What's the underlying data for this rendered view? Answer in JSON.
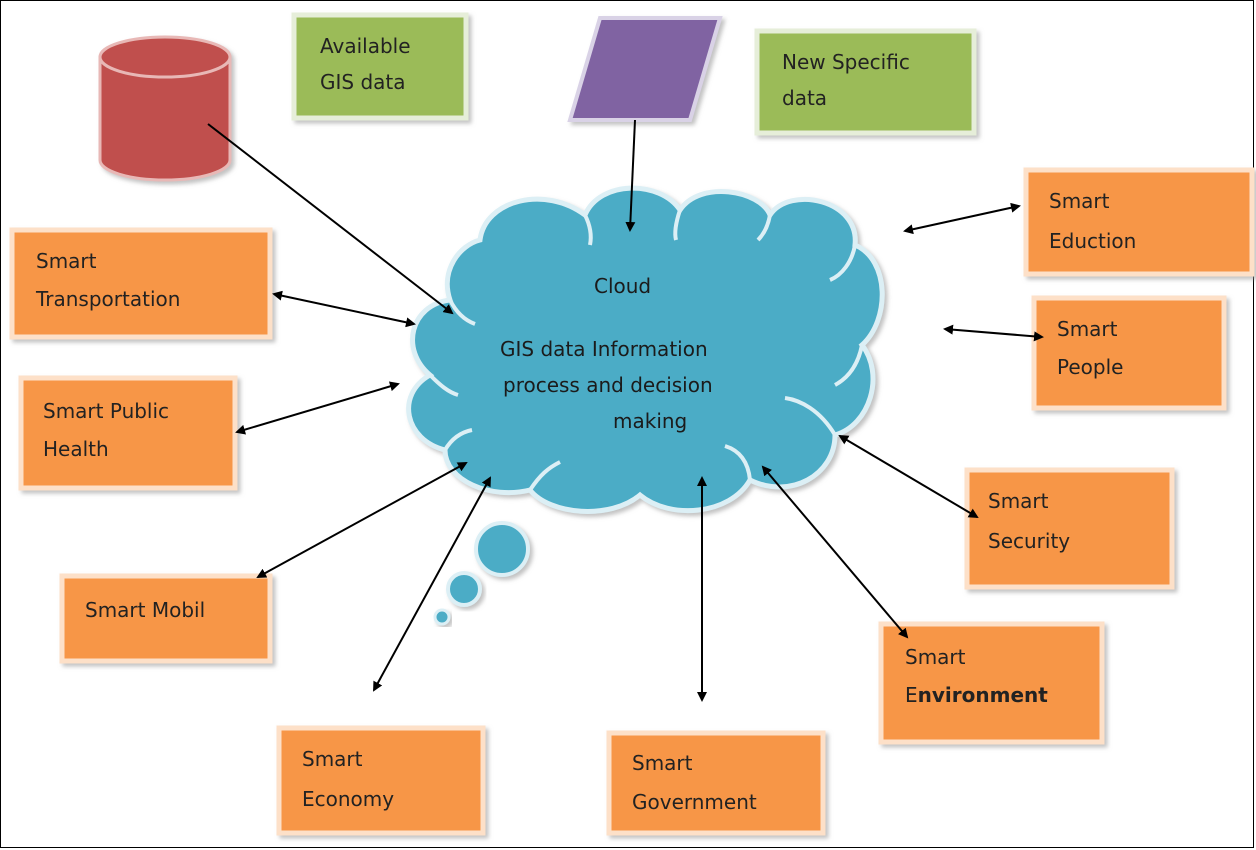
{
  "diagram": {
    "cloud": {
      "title": "Cloud",
      "lines": [
        "GIS data Information",
        "process and decision",
        "making"
      ]
    },
    "sources": {
      "available": [
        "Available",
        "GIS data"
      ],
      "new_specific": [
        "New Specific",
        "data"
      ]
    },
    "nodes": {
      "transportation": [
        "Smart",
        "Transportation"
      ],
      "public_health": [
        "Smart Public",
        "Health"
      ],
      "mobil": [
        "Smart Mobil"
      ],
      "economy": [
        "Smart",
        "Economy"
      ],
      "government": [
        "Smart",
        "Government"
      ],
      "environment_line1": "Smart",
      "environment_prefix": "E",
      "environment_rest": "nvironment",
      "security": [
        "Smart",
        "Security"
      ],
      "people": [
        "Smart",
        "People"
      ],
      "education": [
        "Smart",
        "Eduction"
      ]
    },
    "colors": {
      "orange": "#f79646",
      "green": "#9bbb59",
      "cloud": "#4bacc6",
      "database": "#c0504d",
      "parallelogram": "#8064a2"
    }
  }
}
